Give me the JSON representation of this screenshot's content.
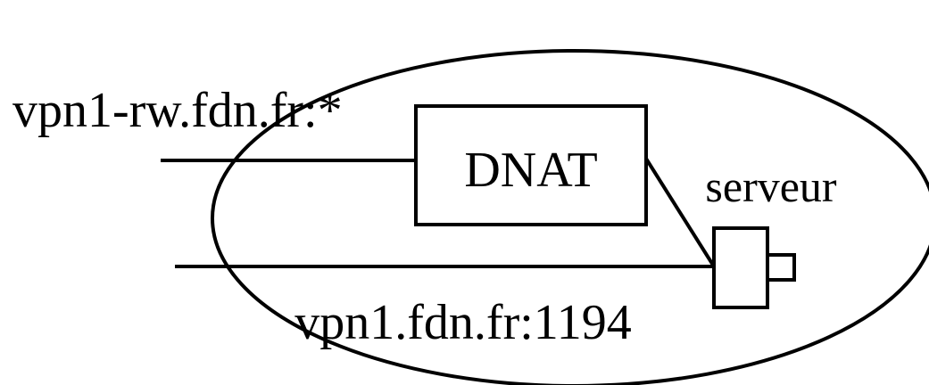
{
  "diagram": {
    "labels": {
      "rw_endpoint": "vpn1-rw.fdn.fr:*",
      "dnat": "DNAT",
      "server": "serveur",
      "endpoint": "vpn1.fdn.fr:1194"
    },
    "colors": {
      "stroke": "#000000",
      "background": "#ffffff"
    }
  }
}
